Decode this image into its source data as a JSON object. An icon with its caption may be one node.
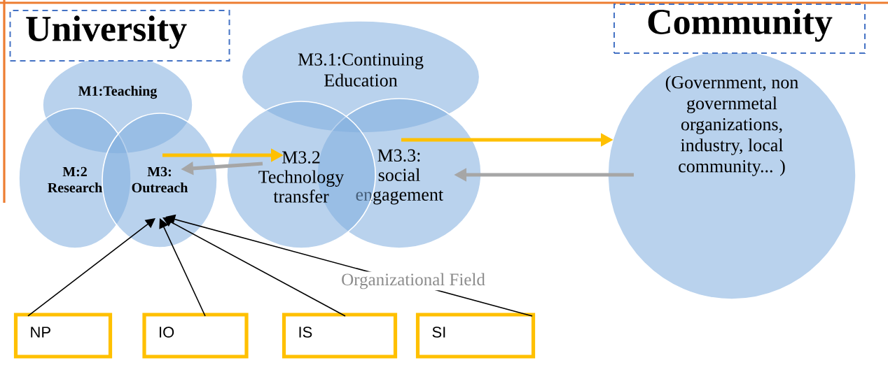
{
  "diagram": {
    "nodes": [
      {
        "text": [
          "University"
        ]
      },
      {
        "text": [
          "M1:Teaching"
        ]
      },
      {
        "text": [
          "M:2 Research"
        ]
      },
      {
        "text": [
          "M3: Outreach"
        ]
      },
      {
        "text": [
          "M3.1:Continuing Education"
        ]
      },
      {
        "text": [
          "M3.2 Technology transfer"
        ]
      },
      {
        "text": [
          "M3.3: social engagement"
        ]
      },
      {
        "text": [
          "Community"
        ]
      },
      {
        "text": [
          "(Government, non governmetal organizations, industry, local community... )"
        ]
      },
      {
        "text": [
          "NP"
        ]
      },
      {
        "text": [
          "IO"
        ]
      },
      {
        "text": [
          "IS"
        ]
      },
      {
        "text": [
          "SI"
        ]
      }
    ],
    "edges": [
      {
        "from": 3,
        "to": 5,
        "arrow": "to",
        "style": "thick",
        "color": "#ffc000"
      },
      {
        "from": 5,
        "to": 3,
        "arrow": "to",
        "style": "thick",
        "color": "#a6a6a6"
      },
      {
        "from": 6,
        "to": 8,
        "arrow": "to",
        "style": "thick",
        "color": "#ffc000"
      },
      {
        "from": 8,
        "to": 6,
        "arrow": "to",
        "style": "thick",
        "color": "#a6a6a6"
      },
      {
        "from": 9,
        "to": 3,
        "arrow": "to"
      },
      {
        "from": 10,
        "to": 3,
        "arrow": "to"
      },
      {
        "from": 11,
        "to": 3,
        "arrow": "to"
      },
      {
        "from": 12,
        "to": 3,
        "arrow": "to"
      }
    ],
    "labels": [
      "Organizational Field"
    ]
  }
}
